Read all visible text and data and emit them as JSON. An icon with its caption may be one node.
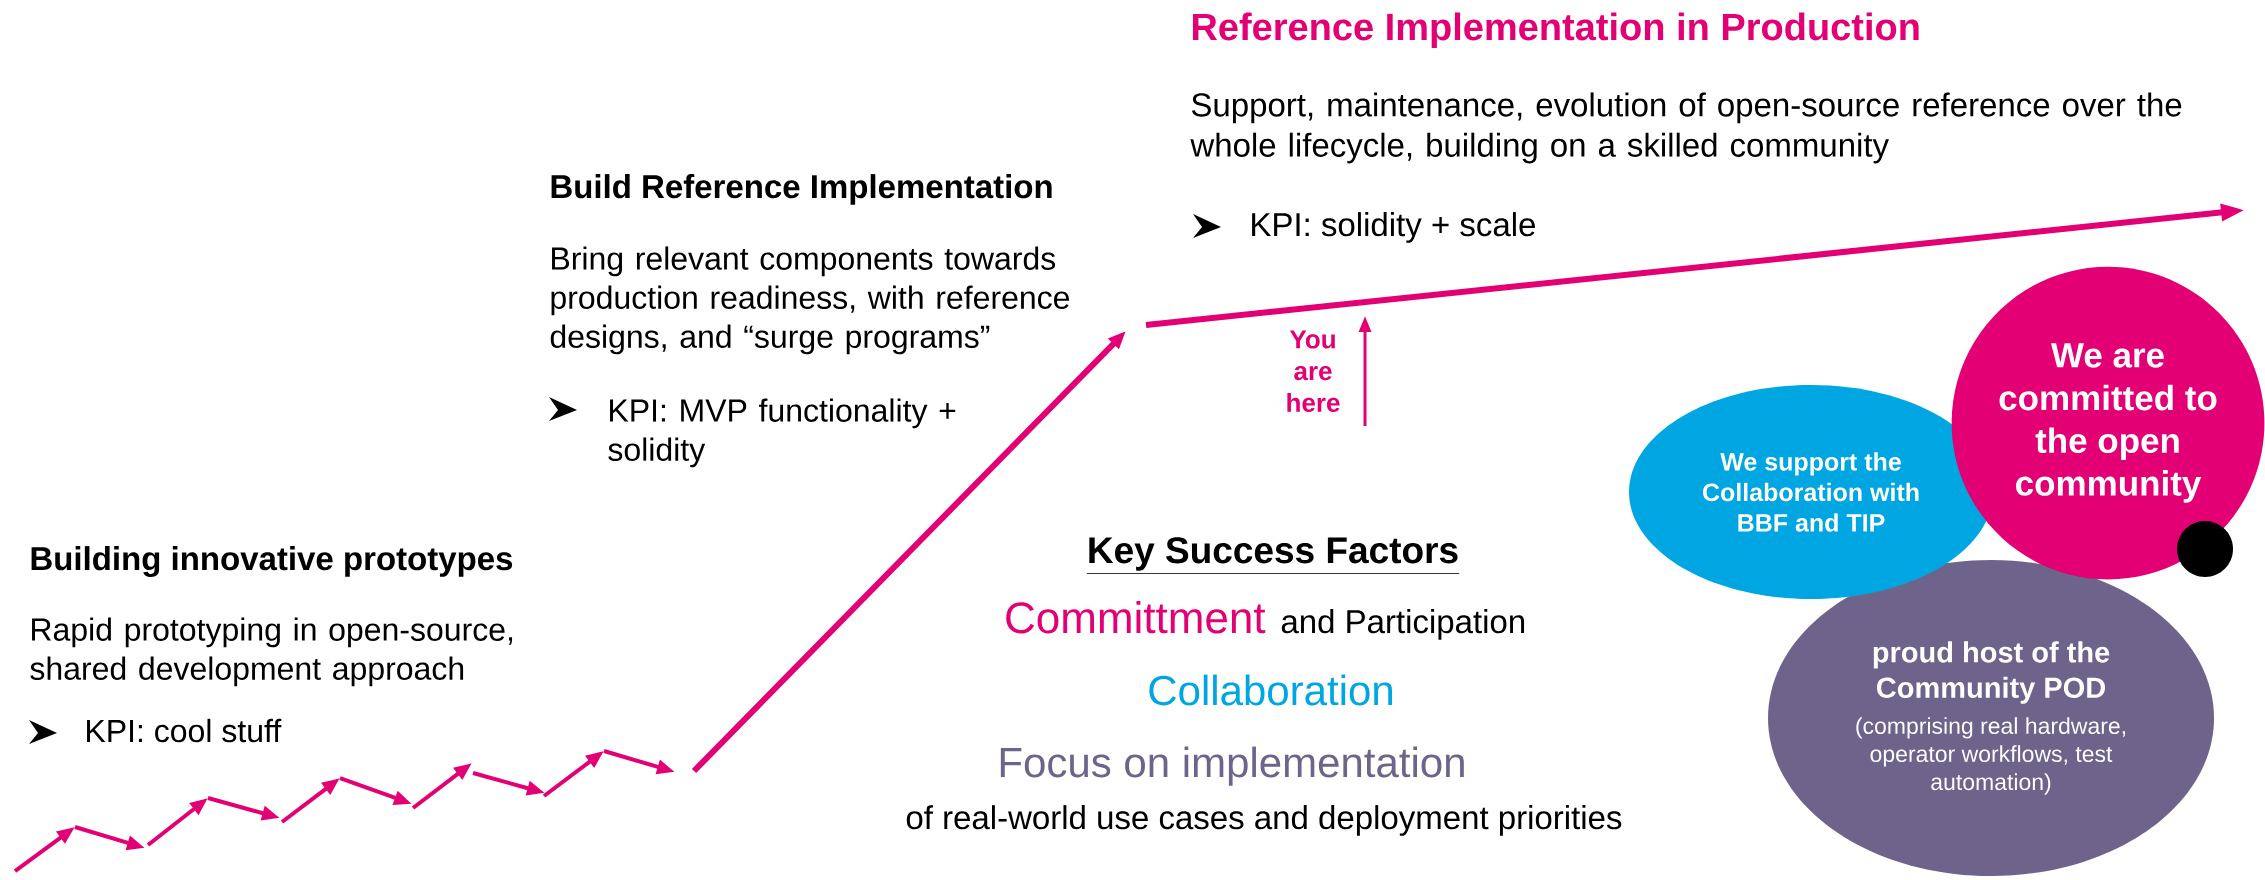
{
  "diagram": {
    "nodes": [
      {
        "text": [
          "We are committed to the open community"
        ]
      },
      {
        "text": [
          "We support the Collaboration with BBF and TIP"
        ]
      },
      {
        "text": [
          "proud host of the Community POD",
          "(comprising real hardware, operator workflows, test automation)"
        ]
      },
      {
        "text": [],
        "shape": "circle"
      }
    ],
    "labels": [
      "Reference Implementation in Production",
      "Support, maintenance, evolution of open-source reference over the whole lifecycle, building on a skilled community",
      "KPI: solidity + scale",
      "Build Reference Implementation",
      "Bring relevant components towards production readiness, with reference designs, and “surge programs”",
      "KPI: MVP functionality + solidity",
      "You are here",
      "Building innovative prototypes",
      "Rapid prototyping in open-source, shared development approach",
      "KPI: cool stuff",
      "Key Success Factors",
      "Committment",
      "and Participation",
      "Collaboration",
      "Focus on implementation",
      "of real-world use cases and deployment priorities"
    ]
  }
}
